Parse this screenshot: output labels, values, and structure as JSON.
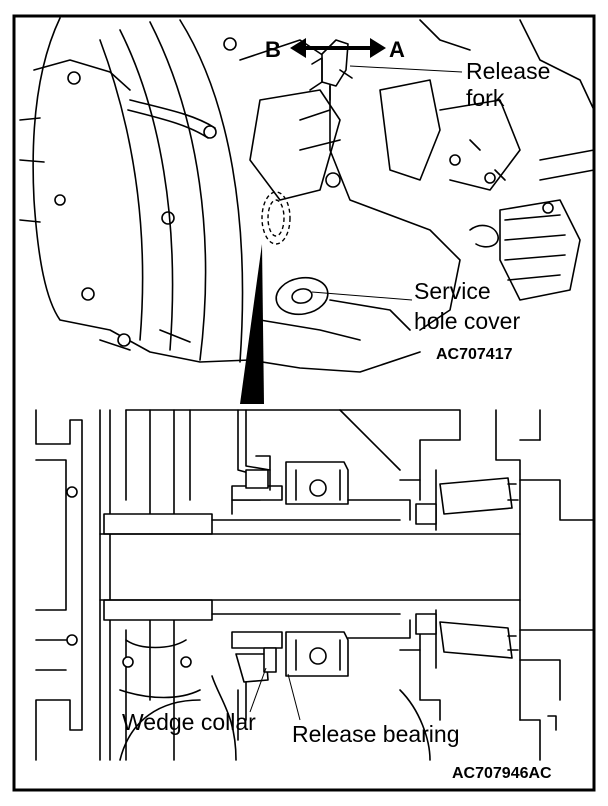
{
  "labels": {
    "direction_b": "B",
    "direction_a": "A",
    "release_fork_line1": "Release",
    "release_fork_line2": "fork",
    "service_hole_line1": "Service",
    "service_hole_line2": "hole cover",
    "upper_figure_code": "AC707417",
    "wedge_collar": "Wedge collar",
    "release_bearing": "Release bearing",
    "lower_figure_code": "AC707946AC"
  }
}
